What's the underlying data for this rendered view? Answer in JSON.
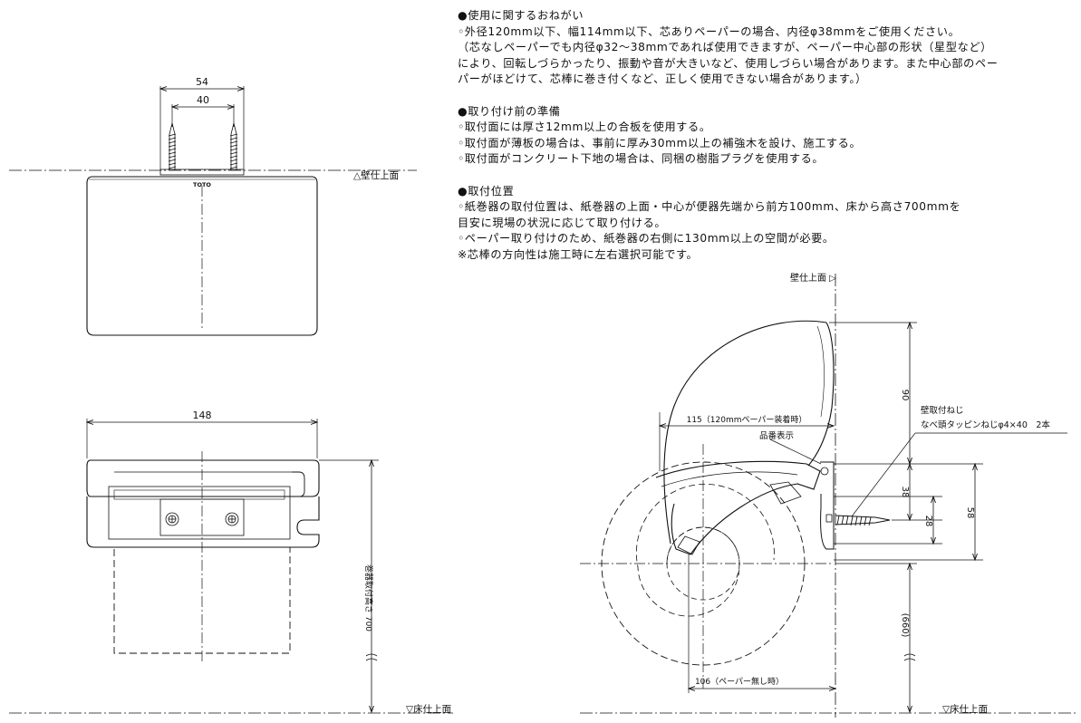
{
  "notes": {
    "usage_title": "●使用に関するおねがい",
    "usage_lines": [
      "◦外径120mm以下、幅114mm以下、芯ありペーパーの場合、内径φ38mmをご使用ください。",
      "（芯なしペーパーでも内径φ32～38mmであれば使用できますが、ペーパー中心部の形状（星型など）",
      "により、回転しづらかったり、振動や音が大きいなど、使用しづらい場合があります。また中心部のペー",
      "パーがほどけて、芯棒に巻き付くなど、正しく使用できない場合があります。）"
    ],
    "prep_title": "●取り付け前の準備",
    "prep_lines": [
      "◦取付面には厚さ12mm以上の合板を使用する。",
      "◦取付面が薄板の場合は、事前に厚み30mm以上の補強木を設け、施工する。",
      "◦取付面がコンクリート下地の場合は、同梱の樹脂プラグを使用する。"
    ],
    "pos_title": "●取付位置",
    "pos_lines": [
      "◦紙巻器の取付位置は、紙巻器の上面・中心が便器先端から前方100mm、床から高さ700mmを",
      "目安に現場の状況に応じて取り付ける。",
      "◦ペーパー取り付けのため、紙巻器の右側に130mm以上の空間が必要。",
      "※芯棒の方向性は施工時に左右選択可能です。"
    ]
  },
  "top_view": {
    "dim_54": "54",
    "dim_40": "40",
    "wall_label": "△壁仕上面",
    "brand": "TOTO"
  },
  "front_view": {
    "dim_148": "148",
    "height_label": "巻器取付高さ 700",
    "floor_label": "▽床仕上面"
  },
  "side_view": {
    "wall_label": "壁仕上面 ▷",
    "dim_115": "115（120mmペーパー装着時）",
    "part_label": "品番表示",
    "screw_label_1": "壁取付ねじ",
    "screw_label_2": "なべ頭タッピンねじφ4×40　2本",
    "dim_90": "90",
    "dim_38": "38",
    "dim_28": "28",
    "dim_58": "58",
    "dim_660": "(660)",
    "dim_106": "106（ペーパー無し時）",
    "floor_label": "▽床仕上面"
  }
}
